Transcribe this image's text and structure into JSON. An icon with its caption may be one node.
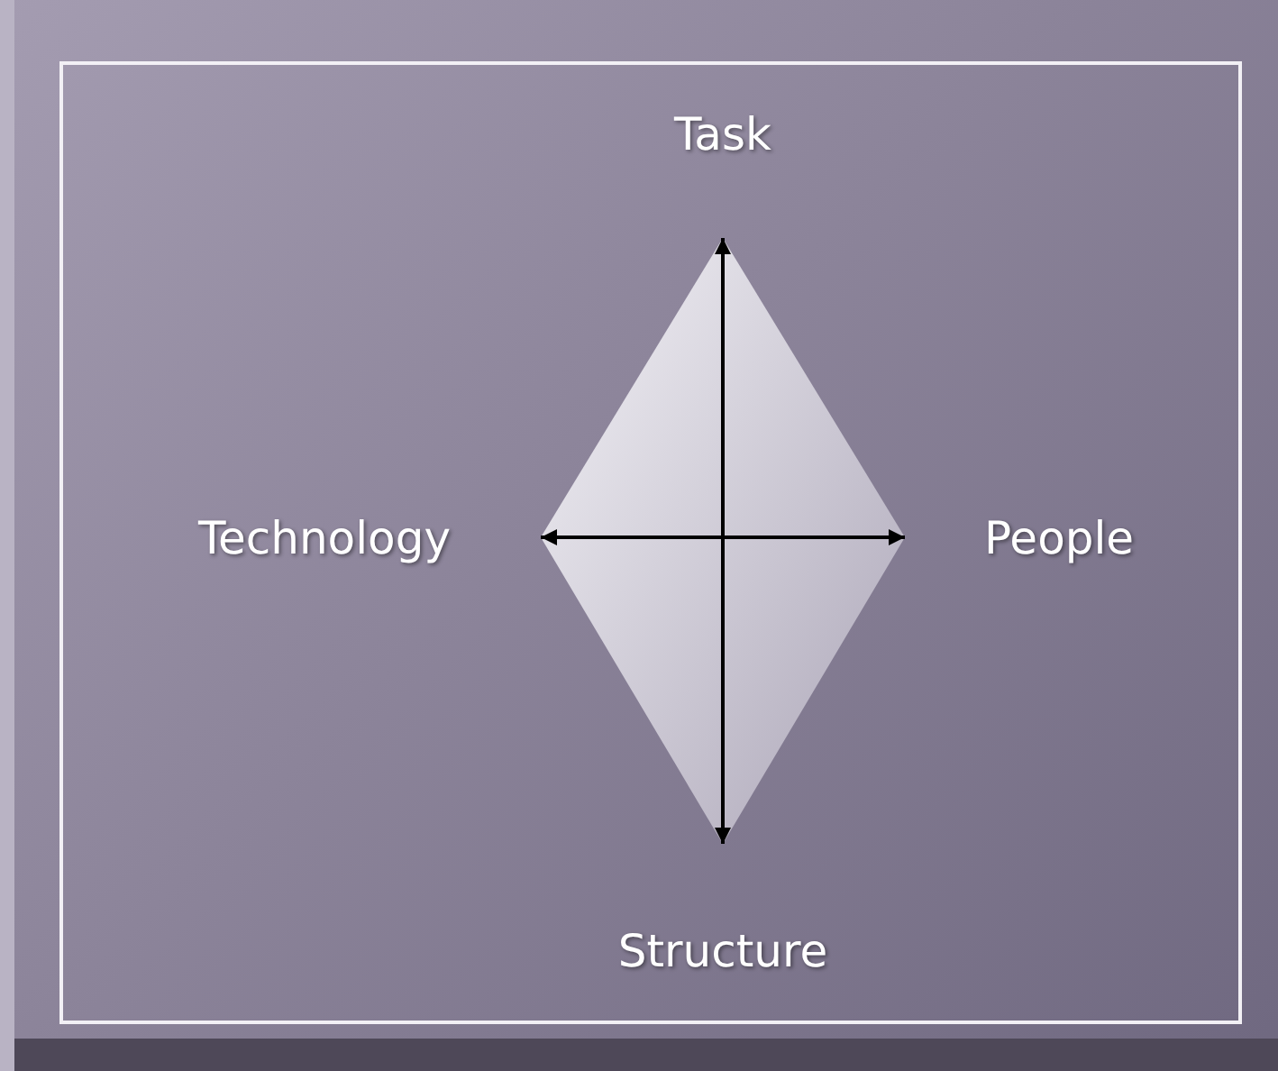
{
  "diagram": {
    "nodes": [
      {
        "text": [
          "Task"
        ]
      },
      {
        "text": [
          "Technology"
        ]
      },
      {
        "text": [
          "People"
        ]
      },
      {
        "text": [
          "Structure"
        ]
      }
    ],
    "edges": [
      {
        "from": 0,
        "to": 3,
        "arrow": "both"
      },
      {
        "from": 1,
        "to": 2,
        "arrow": "both"
      }
    ]
  }
}
